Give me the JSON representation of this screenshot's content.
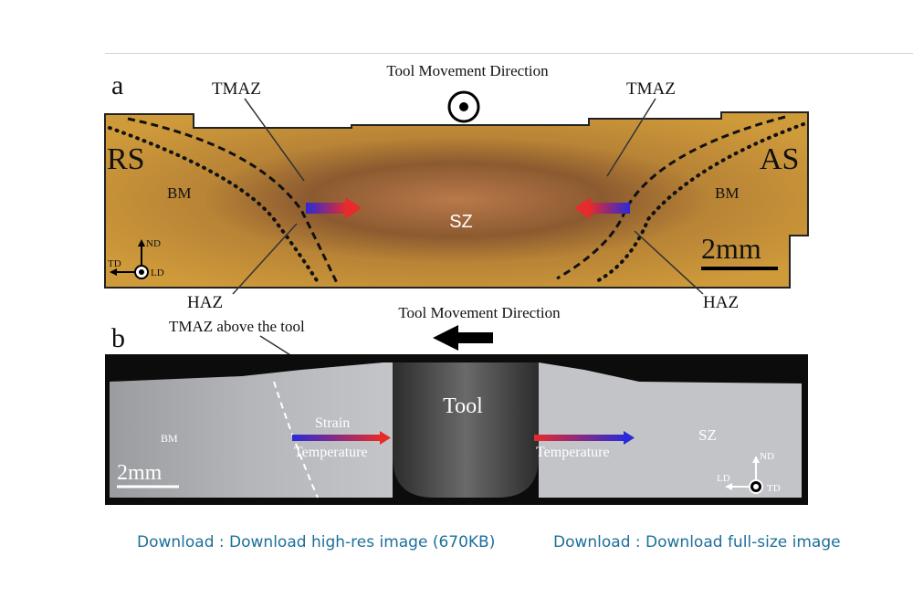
{
  "figure": {
    "panel_a": {
      "letter": "a",
      "direction_label": "Tool Movement Direction",
      "tmaz_left": "TMAZ",
      "tmaz_right": "TMAZ",
      "rs": "RS",
      "as": "AS",
      "bm_left": "BM",
      "bm_right": "BM",
      "sz": "SZ",
      "haz_left": "HAZ",
      "haz_right": "HAZ",
      "scale": "2mm",
      "axis_nd": "ND",
      "axis_td": "TD",
      "axis_ld": "LD"
    },
    "panel_b": {
      "letter": "b",
      "direction_label": "Tool Movement Direction",
      "tmaz_label": "TMAZ above the tool",
      "tool": "Tool",
      "bm": "BM",
      "sz": "SZ",
      "strain": "Strain",
      "temperature_left": "Temperature",
      "temperature_right": "Temperature",
      "scale": "2mm",
      "axis_nd": "ND",
      "axis_ld": "LD",
      "axis_td": "TD"
    }
  },
  "links": {
    "high_res": "Download : Download high-res image (670KB)",
    "full_size": "Download : Download full-size image"
  }
}
